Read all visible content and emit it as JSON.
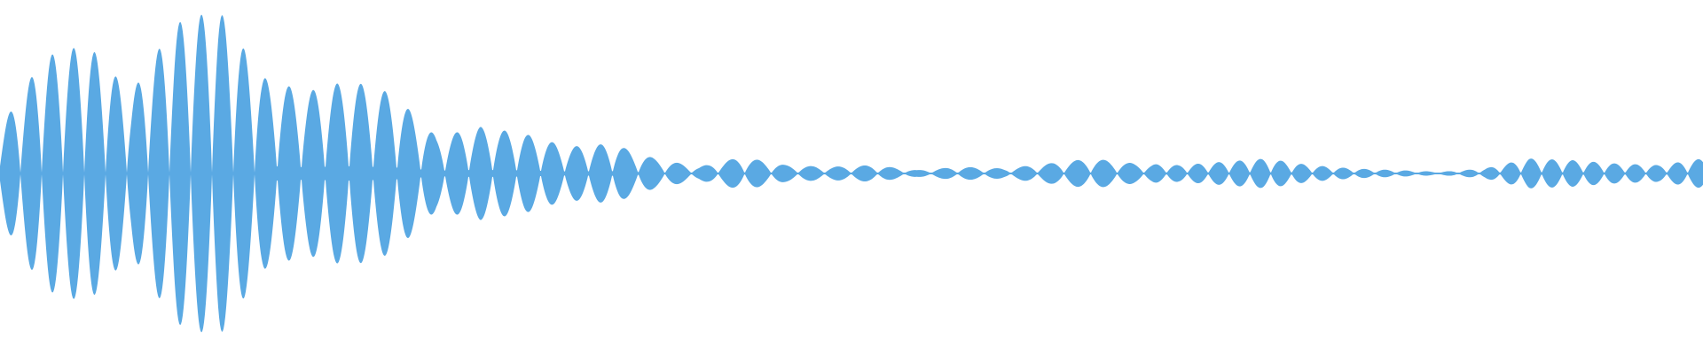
{
  "waveform": {
    "fill_color": "#5aa9e3",
    "background_color": "#ffffff",
    "duration_fraction_shown": 1.0,
    "envelope_description_levels": [
      0.27,
      0.7,
      0.78,
      0.48,
      0.9,
      0.99,
      0.58,
      0.49,
      0.56,
      0.48,
      0.22,
      0.28,
      0.24,
      0.16,
      0.18,
      0.09,
      0.04,
      0.1,
      0.05,
      0.04,
      0.05,
      0.02,
      0.04,
      0.03,
      0.06,
      0.09,
      0.06,
      0.05,
      0.07,
      0.09,
      0.05,
      0.03,
      0.02,
      0.01,
      0.03,
      0.09,
      0.08,
      0.06,
      0.05,
      0.09
    ]
  }
}
